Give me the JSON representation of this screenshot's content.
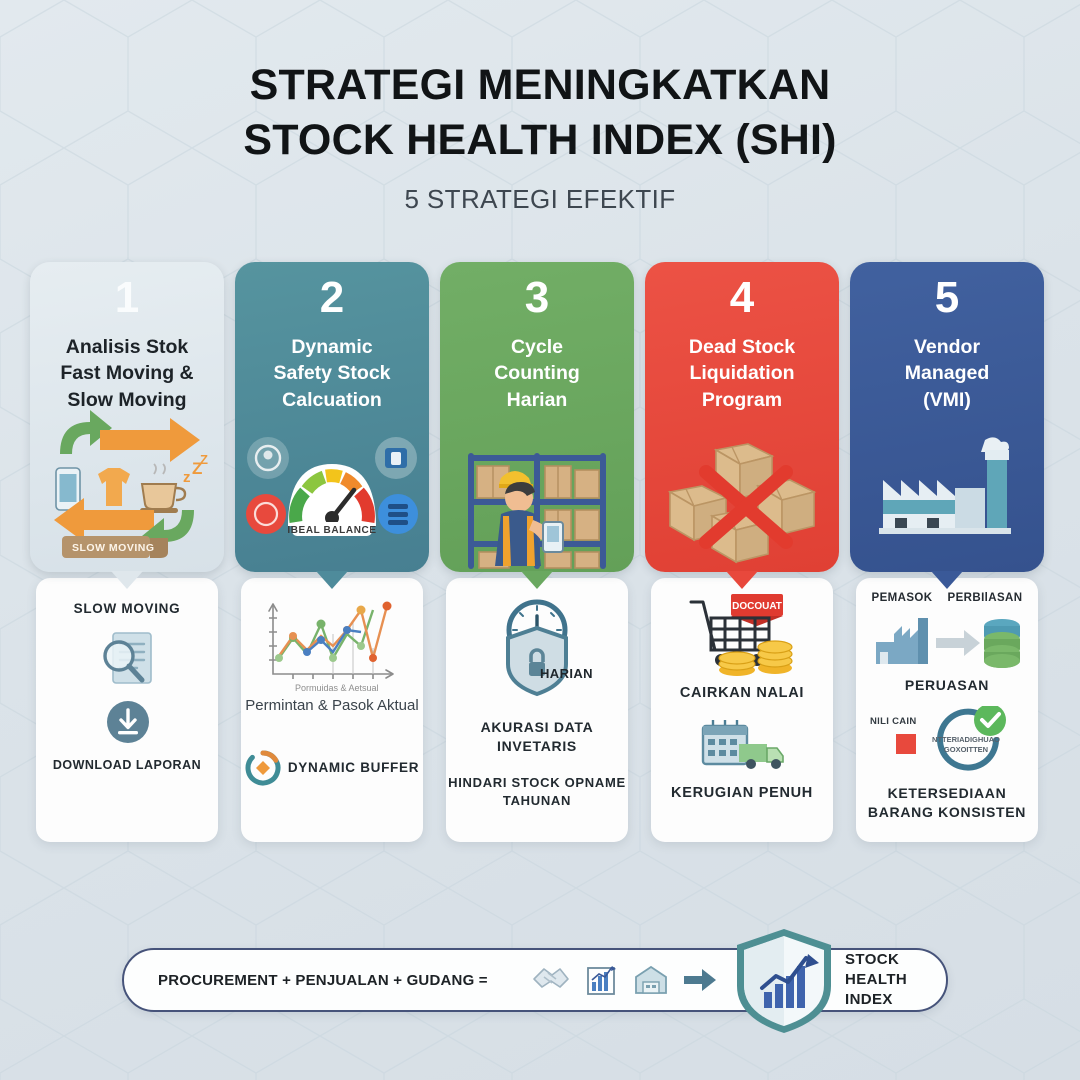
{
  "header": {
    "title_line1": "STRATEGI MENINGKATKAN",
    "title_line2": "STOCK HEALTH INDEX (SHI)",
    "subtitle": "5 STRATEGI EFEKTIF"
  },
  "colors": {
    "background": "#dde5ea",
    "card1": "#dfe7ec",
    "card2": "#4e8b9b",
    "card3": "#6aa860",
    "card4": "#e8483c",
    "card5": "#3a5998",
    "footer_border": "#46537a",
    "accent_orange": "#ef9a3c",
    "accent_green": "#69a85f"
  },
  "cards": [
    {
      "number": "1",
      "title": "Analisis Stok Fast Moving & Slow Moving",
      "title_lines": [
        "Analisis Stok",
        "Fast Moving &",
        "Slow Moving"
      ],
      "art_label": "SLOW MOVING",
      "art_icons": [
        "arrow-right-icon",
        "arrow-left-icon",
        "curve-arrow-icon",
        "phone-icon",
        "tshirt-icon",
        "coffee-cup-icon",
        "sleep-z-icon"
      ],
      "panel": {
        "label_top": "SLOW MOVING",
        "icon_top": "document-search-icon",
        "icon_bottom": "download-circle-icon",
        "label_bottom": "DOWNLOAD LAPORAN"
      }
    },
    {
      "number": "2",
      "title": "Dynamic Safety Stock Calcuation",
      "title_lines": [
        "Dynamic",
        "Safety Stock",
        "Calcuation"
      ],
      "art_label": "IBEAL BALANCE",
      "art_icons": [
        "gauge-icon",
        "settings-badge-icon",
        "box-badge-icon",
        "hand-badge-icon",
        "server-badge-icon"
      ],
      "panel": {
        "chart_caption": "Pormuidas & Aetsual",
        "label_top": "Permintan & Pasok Aktual",
        "icon_bottom": "dynamic-buffer-icon",
        "label_bottom": "DYNAMIC BUFFER"
      }
    },
    {
      "number": "3",
      "title": "Cycle Counting Harian",
      "title_lines": [
        "Cycle",
        "Counting",
        "Harian"
      ],
      "art_label": "",
      "art_icons": [
        "warehouse-worker-icon",
        "shelf-boxes-icon"
      ],
      "panel": {
        "overlay_label": "HARIAN",
        "icon_top": "clock-shield-lock-icon",
        "label_top": "AKURASI DATA INVETARIS",
        "label_bottom": "HINDARI STOCK OPNAME TAHUNAN"
      }
    },
    {
      "number": "4",
      "title": "Dead Stock Liquidation Program",
      "title_lines": [
        "Dead Stock",
        "Liquidation",
        "Program"
      ],
      "art_label": "",
      "art_icons": [
        "cardboard-boxes-icon",
        "red-cross-icon"
      ],
      "panel": {
        "badge_label": "DOCOUAT",
        "icon_top": "shopping-cart-coins-icon",
        "label_top": "CAIRKAN NALAI",
        "icon_bottom": "calendar-truck-icon",
        "label_bottom": "KERUGIAN PENUH"
      }
    },
    {
      "number": "5",
      "title": "Vendor Managed (VMI)",
      "title_lines": [
        "Vendor",
        "Managed",
        "(VMI)"
      ],
      "art_label": "",
      "art_icons": [
        "factory-icon",
        "smokestack-icon"
      ],
      "panel": {
        "col_left": "PEMASOK",
        "col_right": "PERBIlASAN",
        "icon_left": "factory-small-icon",
        "icon_arrow": "arrow-right-icon",
        "icon_right": "database-stack-icon",
        "label_mid": "PERUASAN",
        "mini_left": "NlLI CAIN",
        "mini_center": "NTTERIADIGHUAO GOXOITTEN",
        "icon_check": "check-circle-icon",
        "label_bottom": "KETERSEDIAAN BARANG KONSISTEN"
      }
    }
  ],
  "footer": {
    "formula": "PROCUREMENT + PENJUALAN + GUDANG =",
    "icons": [
      "handshake-icon",
      "bar-chart-icon",
      "warehouse-house-icon",
      "arrow-right-icon"
    ],
    "shield_icon": "shield-growth-icon",
    "shi_line1": "STOCK",
    "shi_line2": "HEALTH",
    "shi_line3": "INDEX"
  }
}
